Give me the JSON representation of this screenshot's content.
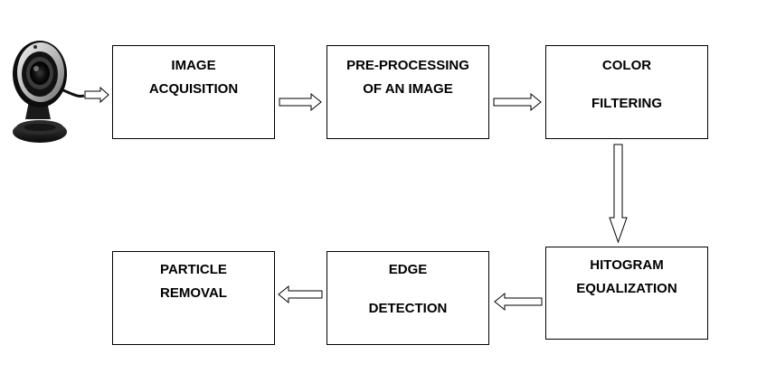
{
  "flowchart": {
    "steps": {
      "acquisition": {
        "line1": "IMAGE",
        "line2": "ACQUISITION"
      },
      "preprocessing": {
        "line1": "PRE-PROCESSING",
        "line2": "OF AN IMAGE"
      },
      "color_filtering": {
        "line1": "COLOR",
        "line2": "FILTERING"
      },
      "histogram_equalization": {
        "line1": "HITOGRAM",
        "line2": "EQUALIZATION"
      },
      "edge_detection": {
        "line1": "EDGE",
        "line2": "DETECTION"
      },
      "particle_removal": {
        "line1": "PARTICLE",
        "line2": "REMOVAL"
      }
    },
    "input_device": {
      "icon": "webcam-icon"
    },
    "colors": {
      "stroke": "#000000",
      "arrow_fill": "#ffffff",
      "background": "#ffffff"
    }
  }
}
